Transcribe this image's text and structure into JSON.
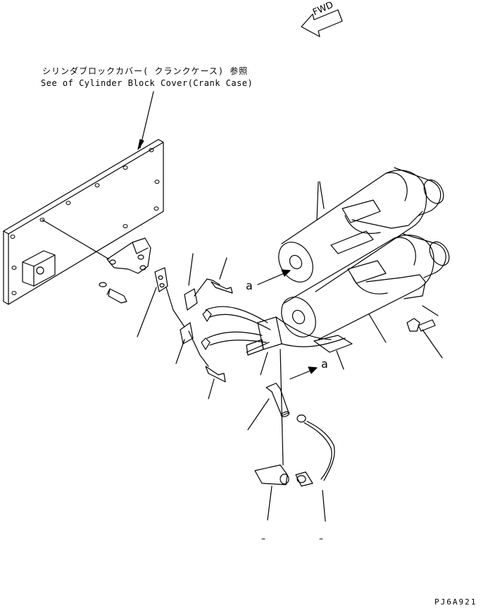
{
  "fwd_label": "FWD",
  "reference": {
    "japanese": "シリンダブロックカバー( クランクケース) 参照",
    "english": "See of Cylinder Block Cover(Crank Case)"
  },
  "view_markers": [
    "a",
    "a"
  ],
  "drawing_code": "PJ6A921",
  "colors": {
    "line": "#000000",
    "background": "#ffffff"
  }
}
